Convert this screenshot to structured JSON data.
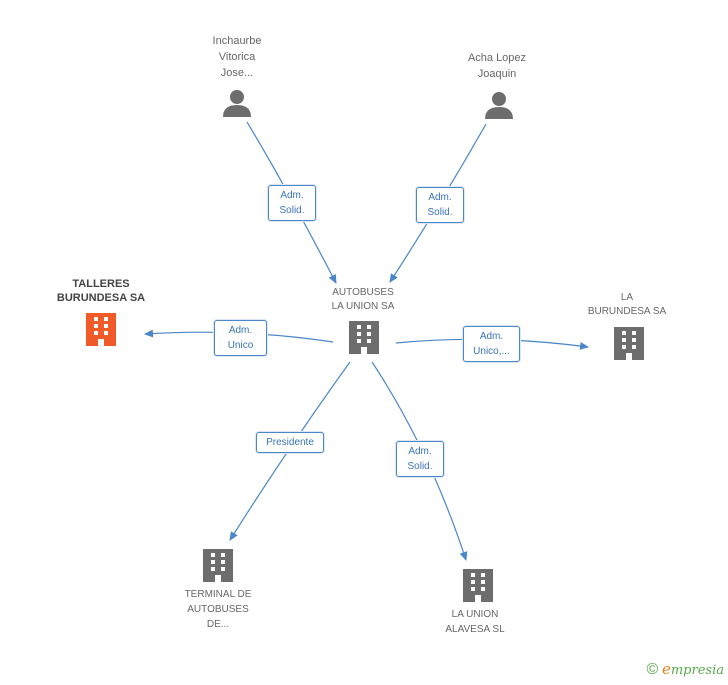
{
  "colors": {
    "edge": "#4a86c8",
    "icon_default": "#6d6d6d",
    "icon_focus": "#f15a29"
  },
  "nodes": {
    "inchaurbe": {
      "label": "Inchaurbe\nVitorica\nJose...",
      "icon": "person-icon"
    },
    "acha": {
      "label": "Acha Lopez\nJoaquin",
      "icon": "person-icon"
    },
    "autobuses": {
      "label": "AUTOBUSES\nLA UNION SA",
      "icon": "building-icon"
    },
    "talleres": {
      "label": "TALLERES\nBURUNDESA SA",
      "icon": "building-icon"
    },
    "burundesa": {
      "label": "LA\nBURUNDESA SA",
      "icon": "building-icon"
    },
    "terminal": {
      "label": "TERMINAL DE\nAUTOBUSES\nDE...",
      "icon": "building-icon"
    },
    "alavesa": {
      "label": "LA UNION\nALAVESA SL",
      "icon": "building-icon"
    }
  },
  "edges": {
    "inchaurbe_autobuses": "Adm.\nSolid.",
    "acha_autobuses": "Adm.\nSolid.",
    "autobuses_talleres": "Adm.\nUnico",
    "autobuses_burundesa": "Adm.\nUnico,...",
    "autobuses_terminal": "Presidente",
    "autobuses_alavesa": "Adm.\nSolid."
  },
  "brand": {
    "symbol": "©",
    "initial": "e",
    "rest": "mpresia"
  }
}
